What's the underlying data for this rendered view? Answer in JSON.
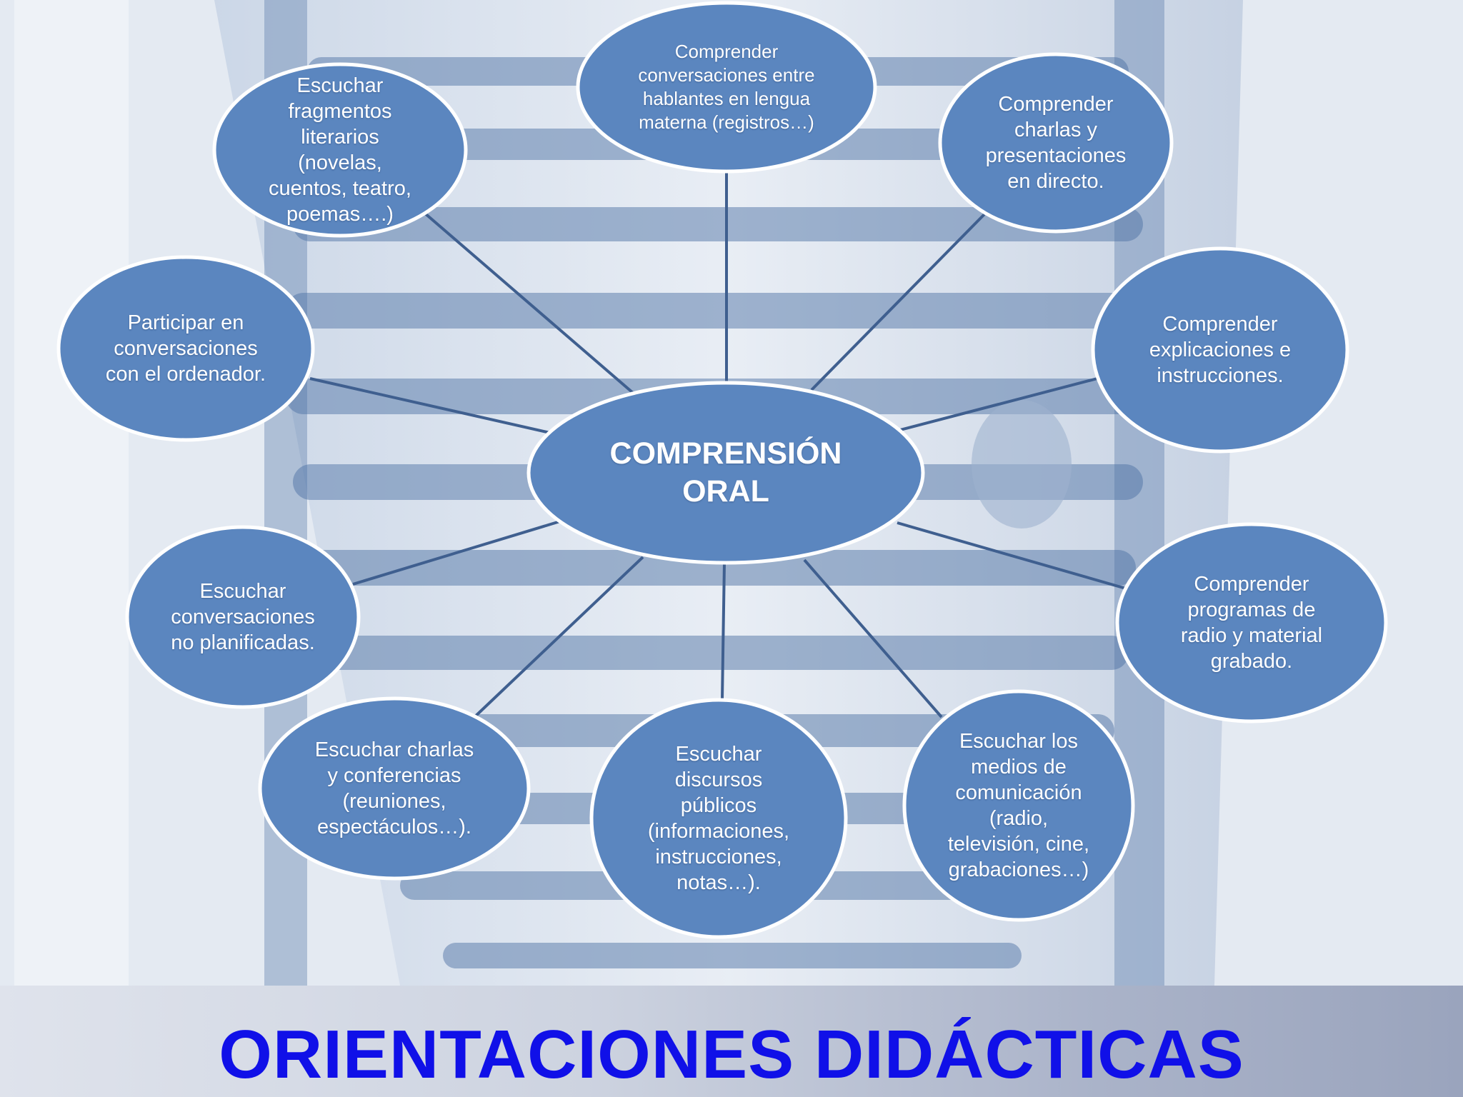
{
  "diagram": {
    "center": "COMPRENSIÓN\nORAL",
    "nodes": [
      {
        "id": "comprender-conversaciones",
        "label": "Comprender\nconversaciones entre\nhablantes en lengua\nmaterna (registros…)"
      },
      {
        "id": "comprender-charlas",
        "label": "Comprender\ncharlas y\npresentaciones\nen directo."
      },
      {
        "id": "comprender-explicaciones",
        "label": "Comprender\nexplicaciones e\ninstrucciones."
      },
      {
        "id": "comprender-programas",
        "label": "Comprender\nprogramas de\nradio y material\ngrabado."
      },
      {
        "id": "escuchar-medios",
        "label": "Escuchar los\nmedios de\ncomunicación\n(radio,\ntelevisión, cine,\ngrabaciones…)"
      },
      {
        "id": "escuchar-discursos",
        "label": "Escuchar\ndiscursos\npúblicos\n(informaciones,\ninstrucciones,\nnotas…)."
      },
      {
        "id": "escuchar-charlas-conferencias",
        "label": "Escuchar charlas\ny conferencias\n(reuniones,\nespectáculos…)."
      },
      {
        "id": "escuchar-conversaciones",
        "label": "Escuchar\nconversaciones\nno planificadas."
      },
      {
        "id": "participar-conversaciones",
        "label": "Participar en\nconversaciones\ncon el ordenador."
      },
      {
        "id": "escuchar-fragmentos",
        "label": "Escuchar\nfragmentos\nliterarios\n(novelas,\ncuentos, teatro,\npoemas….)"
      }
    ]
  },
  "footer": {
    "title": "ORIENTACIONES DIDÁCTICAS"
  },
  "colors": {
    "node_fill": "#5b86bf",
    "node_border": "#ffffff",
    "connector": "#3f5f8f",
    "title": "#1010e8"
  }
}
